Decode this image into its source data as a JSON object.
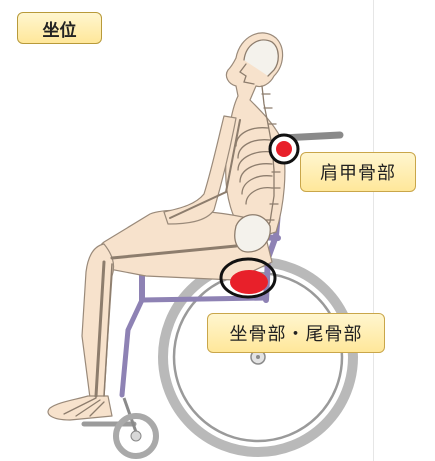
{
  "position_label": "坐位",
  "pressure_points": [
    {
      "id": "scapula",
      "label": "肩甲骨部"
    },
    {
      "id": "sacrum-coccyx",
      "label": "坐骨部・尾骨部"
    }
  ],
  "colors": {
    "pressure_fill": "#e8202a",
    "pressure_ring": "#111111",
    "label_fill": "#ffe79a",
    "label_border": "#c9a64a",
    "skin": "#f7e2cc",
    "bone": "#f4f2ec",
    "wheelchair_frame": "#8e82b4",
    "wheel": "#bfbfbf"
  }
}
